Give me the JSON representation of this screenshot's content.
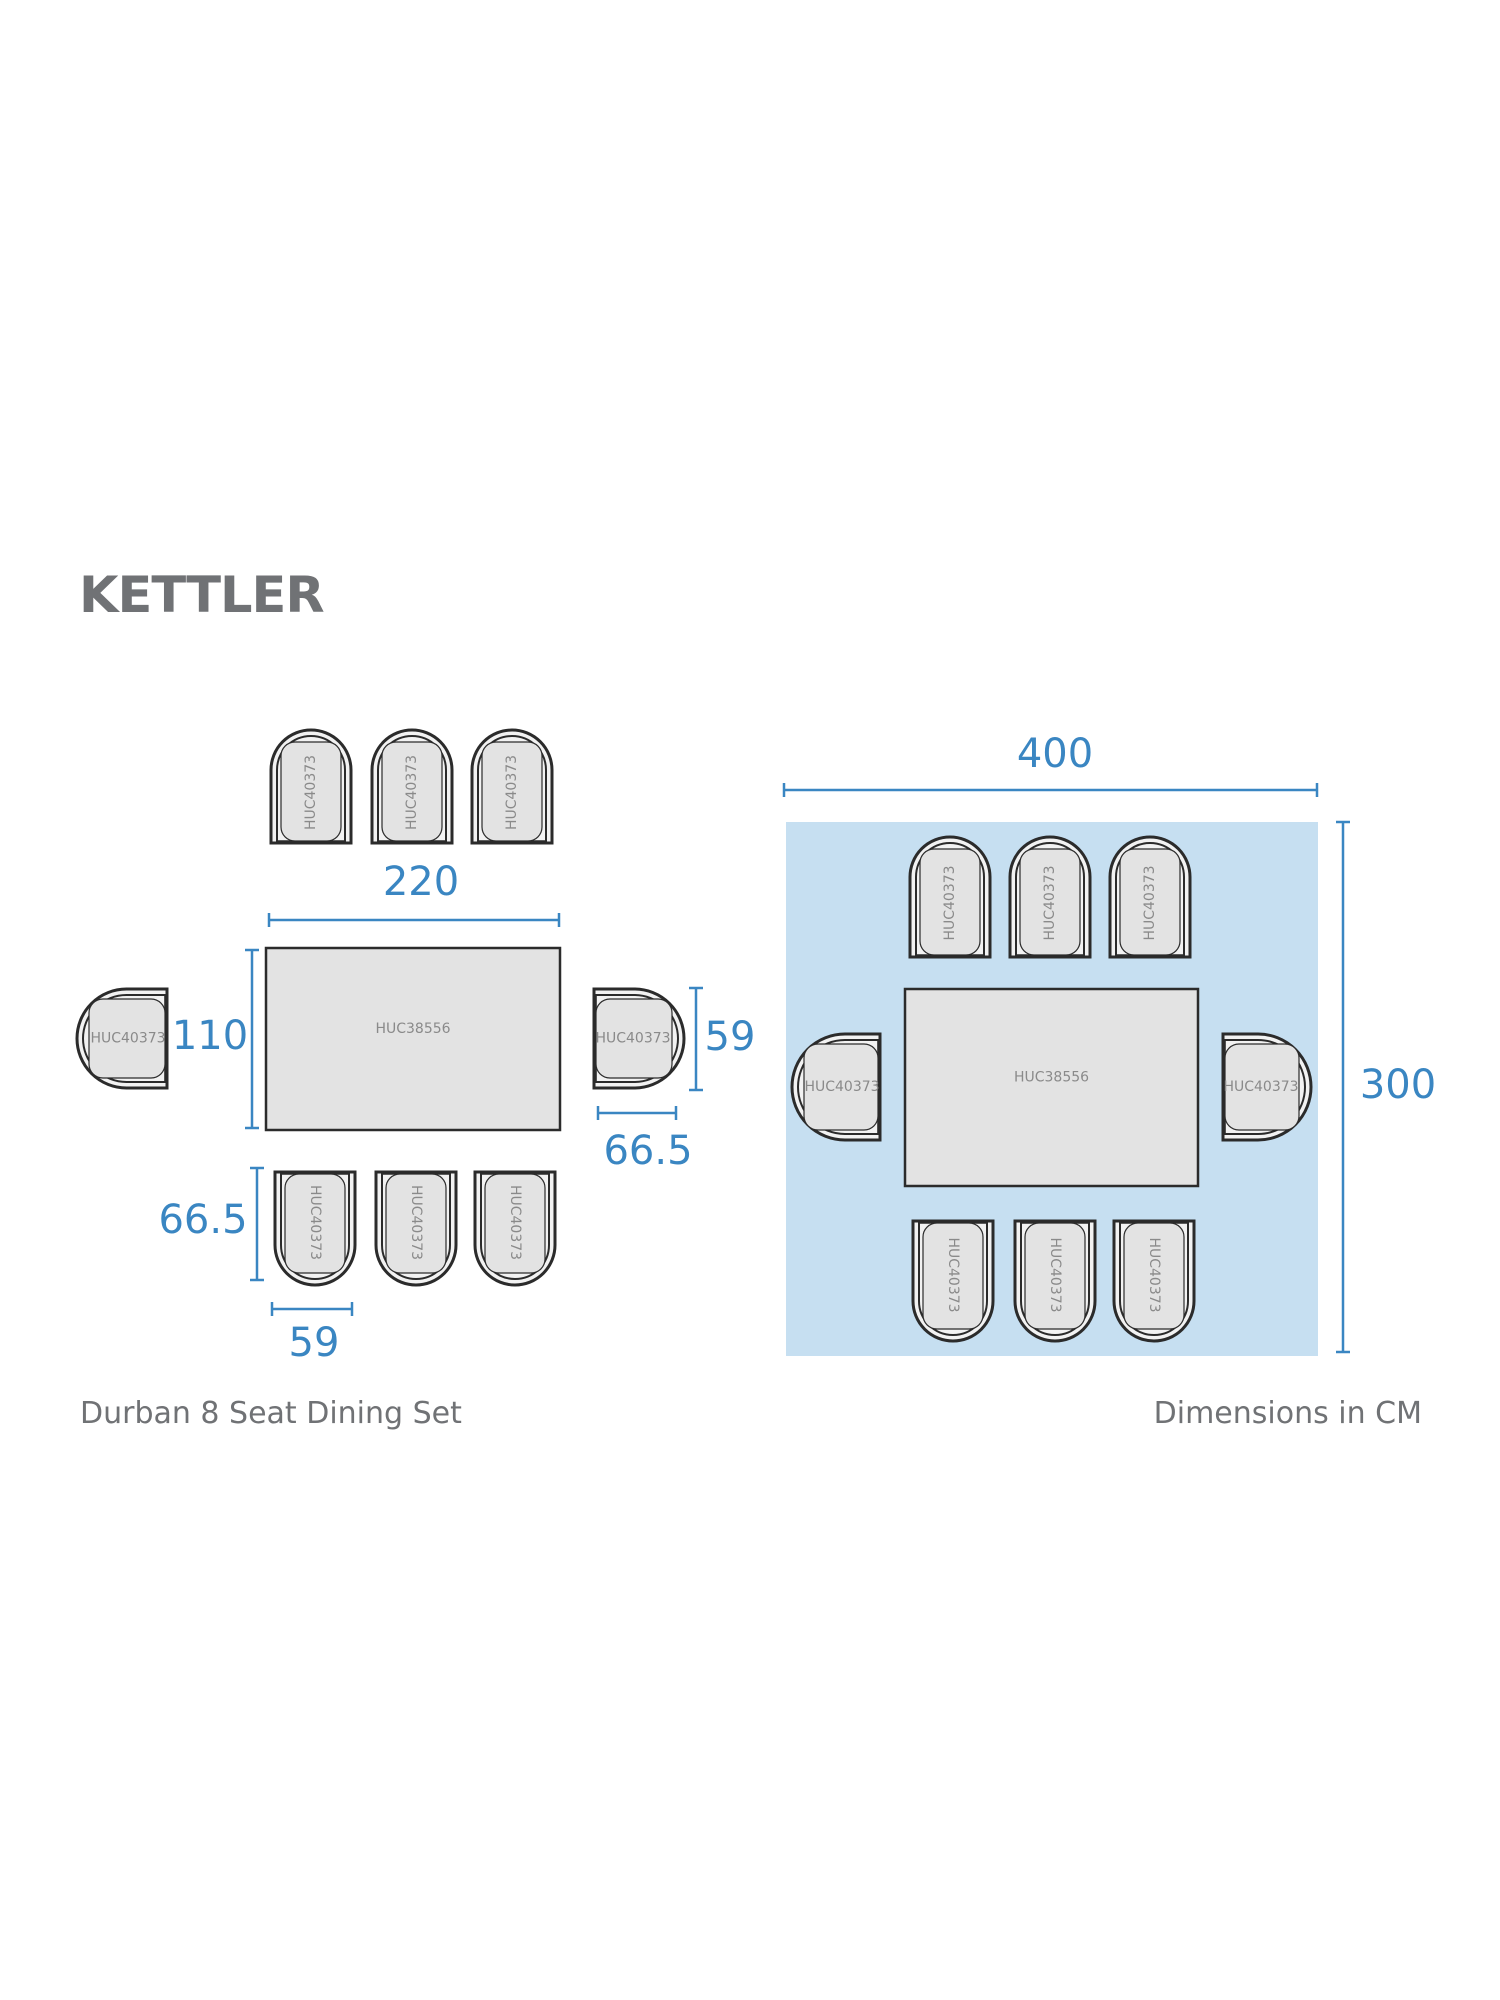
{
  "brand": "KETTLER",
  "product_name": "Durban 8 Seat Dining Set",
  "units_note": "Dimensions in CM",
  "colors": {
    "dimension": "#3a86c2",
    "rug": "#c6dff1",
    "furniture_fill": "#e3e3e3",
    "outline": "#2b2b2b"
  },
  "table_code": "HUC38556",
  "chair_code": "HUC40373",
  "set_diagram": {
    "table_length": "220",
    "table_width": "110",
    "chair_width": "59",
    "chair_depth": "66.5",
    "chair_width_bottom": "59",
    "chair_depth_bottom": "66.5"
  },
  "footprint_diagram": {
    "length": "400",
    "width": "300"
  }
}
